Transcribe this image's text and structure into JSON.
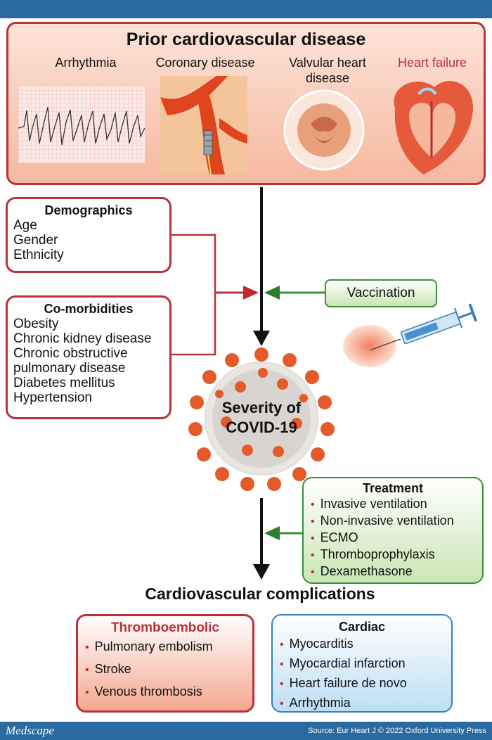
{
  "prior": {
    "title": "Prior cardiovascular disease",
    "items": [
      "Arrhythmia",
      "Coronary disease",
      "Valvular heart disease",
      "Heart failure"
    ],
    "heart_failure_color": "#b8323a"
  },
  "demographics": {
    "title": "Demographics",
    "items": [
      "Age",
      "Gender",
      "Ethnicity"
    ]
  },
  "comorbidities": {
    "title": "Co-morbidities",
    "items": [
      "Obesity",
      "Chronic kidney disease",
      "Chronic obstructive",
      "pulmonary disease",
      "Diabetes mellitus",
      "Hypertension"
    ]
  },
  "vaccination": "Vaccination",
  "severity": {
    "line1": "Severity of",
    "line2": "COVID-19"
  },
  "treatment": {
    "title": "Treatment",
    "items": [
      "Invasive ventilation",
      "Non-invasive ventilation",
      "ECMO",
      "Thromboprophylaxis",
      "Dexamethasone"
    ]
  },
  "complications_title": "Cardiovascular complications",
  "thromboembolic": {
    "title": "Thromboembolic",
    "items": [
      "Pulmonary embolism",
      "Stroke",
      "Venous thrombosis"
    ]
  },
  "cardiac": {
    "title": "Cardiac",
    "items": [
      "Myocarditis",
      "Myocardial infarction",
      "Heart failure de novo",
      "Arrhythmia"
    ]
  },
  "footer": {
    "brand": "Medscape",
    "source": "Source: Eur Heart J © 2022 Oxford University Press"
  },
  "colors": {
    "red": "#b8323a",
    "green": "#3a8f3a",
    "blue": "#3a7fc0",
    "header": "#2a6aa0"
  }
}
